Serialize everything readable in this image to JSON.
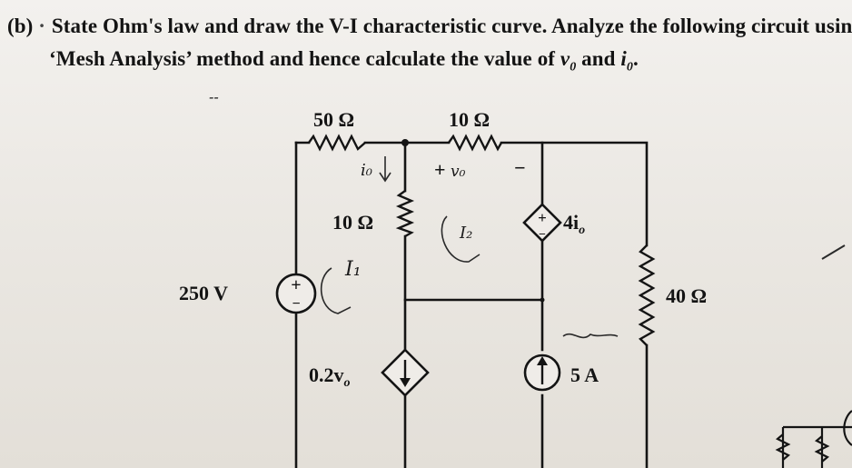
{
  "question": {
    "marker": "(b)",
    "line1": "State Ohm's law and draw the V-I characteristic curve. Analyze the following circuit usin",
    "line2_a": "‘Mesh Analysis’ method and hence calculate the value of ",
    "var_v": "v",
    "var_v_sub": "0",
    "line2_b": " and ",
    "var_i": "i",
    "var_i_sub": "0",
    "line2_end": "."
  },
  "circuit": {
    "source_voltage": "250 V",
    "r_top_left": "50 Ω",
    "r_top_right": "10 Ω",
    "r_middle": "10 Ω",
    "r_right": "40 Ω",
    "dep_current_source": "0.2v",
    "dep_current_sub": "o",
    "dep_voltage_source": "4i",
    "dep_voltage_sub": "o",
    "current_source": "5 A",
    "vo_plus": "+",
    "vo_minus": "−",
    "vo_label": "v",
    "vo_sub": "o",
    "source_plus": "+",
    "source_minus": "−"
  },
  "handwriting": {
    "io_mark": "i₀",
    "mesh1": "I₁",
    "mesh2_partial": "I₂",
    "top_dash": "--",
    "vo_note": "v₀"
  },
  "colors": {
    "ink": "#141414",
    "paper": "#efece8",
    "pencil": "#2a2a2a"
  }
}
